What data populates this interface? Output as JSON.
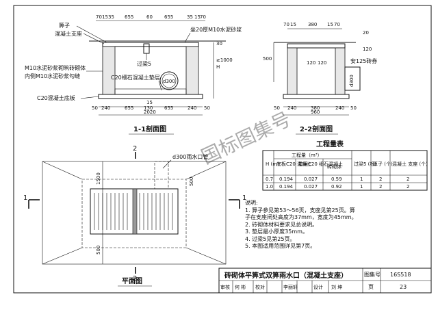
{
  "section_1": {
    "title": "1-1剖面图",
    "top_dims": [
      "70",
      "15",
      "35",
      "655",
      "60",
      "655",
      "35",
      "15",
      "70"
    ],
    "bottom_dims": [
      "50",
      "240",
      "655",
      "130",
      "655",
      "240",
      "50"
    ],
    "bottom_detail": "15",
    "total": "2020",
    "right_dims": [
      "30",
      "H"
    ],
    "right_note": "≥1000",
    "labels": {
      "grate": "箅子",
      "support": "混凝土支座",
      "mortar20": "坐20厚M10水泥砂浆",
      "beam": "过梁5",
      "c20_pad": "C20细石混凝土垫层",
      "masonry_1": "M10水泥砂浆砌筑砖砌体",
      "masonry_2": "内侧M10水泥砂浆勾缝",
      "base_plate": "C20混凝土底板",
      "pipe": "d300"
    }
  },
  "section_2": {
    "title": "2-2剖面图",
    "top_dims": [
      "70",
      "15",
      "380",
      "15",
      "70"
    ],
    "bottom_dims": [
      "50",
      "240",
      "380",
      "240",
      "50"
    ],
    "total": "960",
    "right_dims": [
      "20",
      "120"
    ],
    "left_dim": "500",
    "mid_dims": [
      "120",
      "120"
    ],
    "labels": {
      "brick": "安125砖券",
      "pipe": "d300"
    }
  },
  "plan": {
    "title": "平面图",
    "pipe_label": "d300雨水口管",
    "dims": [
      "1500",
      "500",
      "500"
    ],
    "marks": [
      "1",
      "1",
      "2",
      "2"
    ]
  },
  "quantity_table": {
    "title": "工程量表",
    "header_quantity": "工程量（m³）",
    "columns": [
      "H\n(m)",
      "底板C20\n混凝土",
      "垫层C20\n细石混凝土",
      "砖砌体",
      "过梁5\n(根)",
      "箅子\n(个)",
      "混凝土\n支座\n(个)"
    ],
    "rows": [
      [
        "0.7",
        "0.194",
        "0.027",
        "0.59",
        "1",
        "2",
        "2"
      ],
      [
        "1.0",
        "0.194",
        "0.027",
        "0.92",
        "1",
        "2",
        "2"
      ]
    ]
  },
  "notes": {
    "title": "说明:",
    "items": [
      "1. 算子参见第53～56页，支座见第25页。算",
      "   子在支座闭处高度为37mm，宽度为45mm。",
      "2. 砖砌体材料要求见总说明。",
      "3. 垫层最小厚度35mm。",
      "4. 过梁5见第25页。",
      "5. 本图适用范围详见第7页。"
    ]
  },
  "title_block": {
    "title": "砖砌体平箅式双箅雨水口（混凝土支座）",
    "atlas_label": "图集号",
    "atlas_no": "16S518",
    "row2": [
      "审核",
      "何 彬",
      "校对",
      "李丽轩",
      "设计",
      "刘 坤"
    ],
    "page_label": "页",
    "page_no": "23"
  },
  "watermark": "国标图集号"
}
